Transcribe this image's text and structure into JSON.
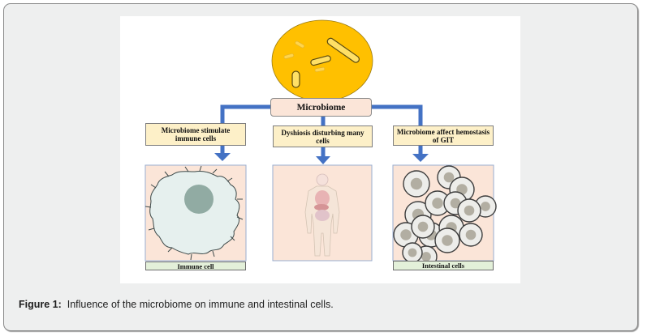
{
  "figure": {
    "central_node": "Microbiome",
    "branches": [
      {
        "text": "Microbiome stimulate immune cells",
        "panel": "immune-cell-illustration",
        "label": "Immune cell"
      },
      {
        "text": "Dyshiosis disturbing many cells",
        "panel": "human-body-illustration",
        "label": ""
      },
      {
        "text": "Microbiome affect hemostasis of GIT",
        "panel": "intestinal-cells-illustration",
        "label": "Intestinal cells"
      }
    ],
    "colors": {
      "microbe_circle": "#FFC000",
      "bacteria": "#FFE066",
      "connector": "#4472C4",
      "text_box": "#FDF0C8",
      "panel_bg": "#FBE5D8",
      "label_bg": "#E3F0D9"
    }
  },
  "caption": {
    "label": "Figure 1:",
    "text": "Influence of the microbiome on immune and intestinal cells."
  }
}
